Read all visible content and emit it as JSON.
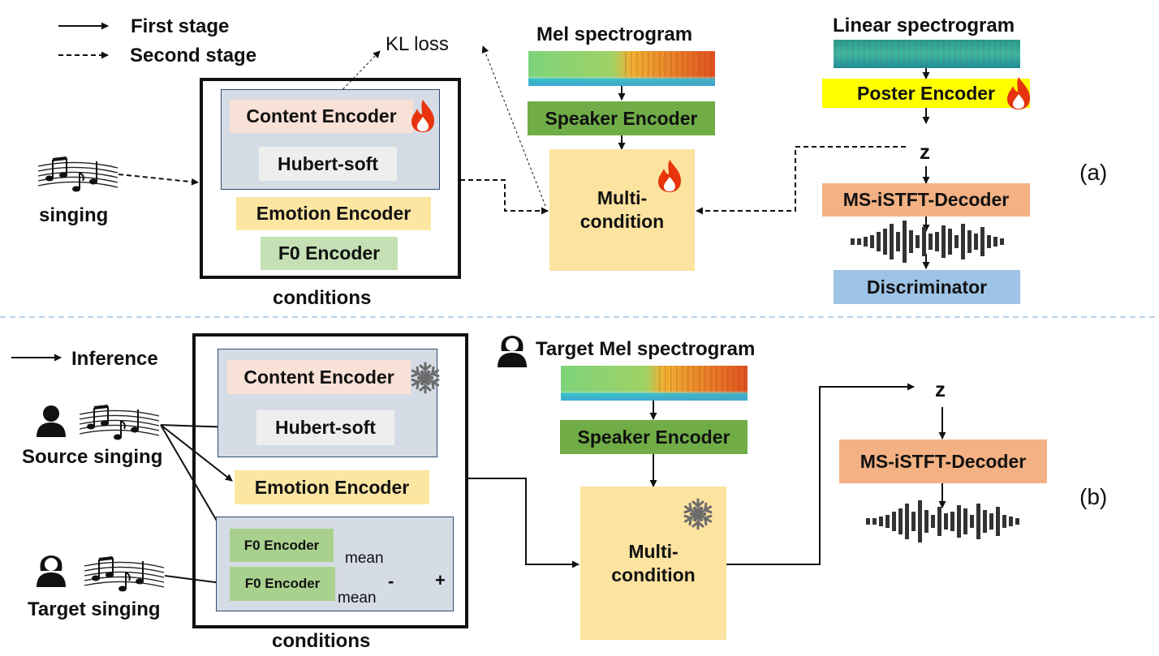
{
  "legend": {
    "first_stage": "First stage",
    "second_stage": "Second stage",
    "inference": "Inference"
  },
  "panel_a": {
    "tag": "(a)",
    "input_label": "singing",
    "conditions_label": "conditions",
    "content_encoder": "Content Encoder",
    "hubert_soft": "Hubert-soft",
    "emotion_encoder": "Emotion Encoder",
    "f0_encoder": "F0 Encoder",
    "kl_loss": "KL loss",
    "mel_spectrogram": "Mel spectrogram",
    "speaker_encoder": "Speaker Encoder",
    "multi_condition": [
      "Multi-",
      "condition"
    ],
    "linear_spectrogram": "Linear spectrogram",
    "poster_encoder": "Poster Encoder",
    "latent": "z",
    "decoder": "MS-iSTFT-Decoder",
    "discriminator": "Discriminator"
  },
  "panel_b": {
    "tag": "(b)",
    "source_label": "Source singing",
    "target_label": "Target singing",
    "conditions_label": "conditions",
    "content_encoder": "Content Encoder",
    "hubert_soft": "Hubert-soft",
    "emotion_encoder": "Emotion Encoder",
    "f0_encoder_top": "F0 Encoder",
    "f0_encoder_bottom": "F0 Encoder",
    "mean_top": "mean",
    "mean_bottom": "mean",
    "minus": "-",
    "plus": "+",
    "target_mel": "Target Mel spectrogram",
    "speaker_encoder": "Speaker Encoder",
    "multi_condition": [
      "Multi-",
      "condition"
    ],
    "latent": "z",
    "decoder": "MS-iSTFT-Decoder"
  },
  "colors": {
    "content_encoder": "#f8e1d6",
    "hubert": "#eeeeee",
    "emotion": "#fde6a2",
    "f0": "#c4e0b4",
    "f0_inner": "#a9d18e",
    "speaker": "#70ad47",
    "multi_condition": "#fde3a0",
    "poster": "#ffff00",
    "decoder": "#f4b183",
    "discriminator": "#9dc3e6",
    "panel": "#d6dce5",
    "divider": "#9dc3e6"
  },
  "icons": [
    "music-notes-icon",
    "fire-icon",
    "snowflake-icon",
    "person-icon",
    "waveform-icon",
    "spectrogram-image"
  ]
}
